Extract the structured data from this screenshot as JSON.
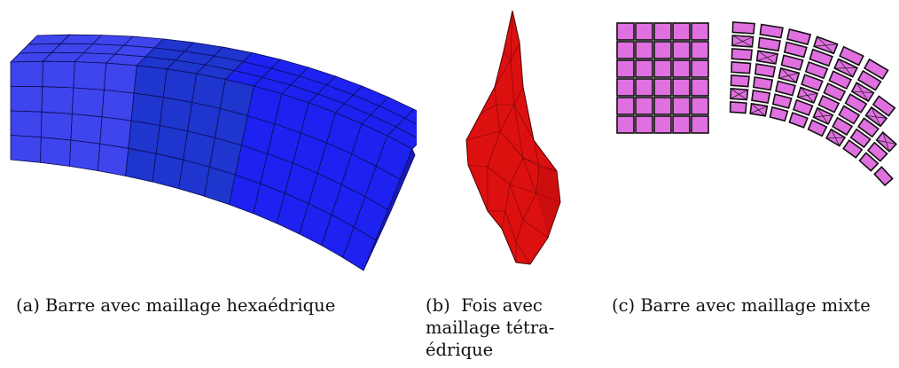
{
  "figures": [
    {
      "label": "(a)",
      "caption": "Barre avec maillage hexaédrique",
      "colors": {
        "light": "#3f45ec",
        "mid": "#1e35ce",
        "front": "#1d22f0",
        "dark": "#1a1ab8",
        "edge": "#0d0d55"
      }
    },
    {
      "label": "(b)",
      "caption_lines": [
        "Fois avec",
        "maillage tétra-",
        "édrique"
      ],
      "colors": {
        "fill": "#dd1010",
        "shade": "#b00b0b",
        "edge": "#4a0000"
      }
    },
    {
      "label": "(c)",
      "caption": "Barre avec maillage mixte",
      "colors": {
        "fill": "#e070e0",
        "edge": "#111111",
        "bg": "#f7f7f7"
      }
    }
  ]
}
